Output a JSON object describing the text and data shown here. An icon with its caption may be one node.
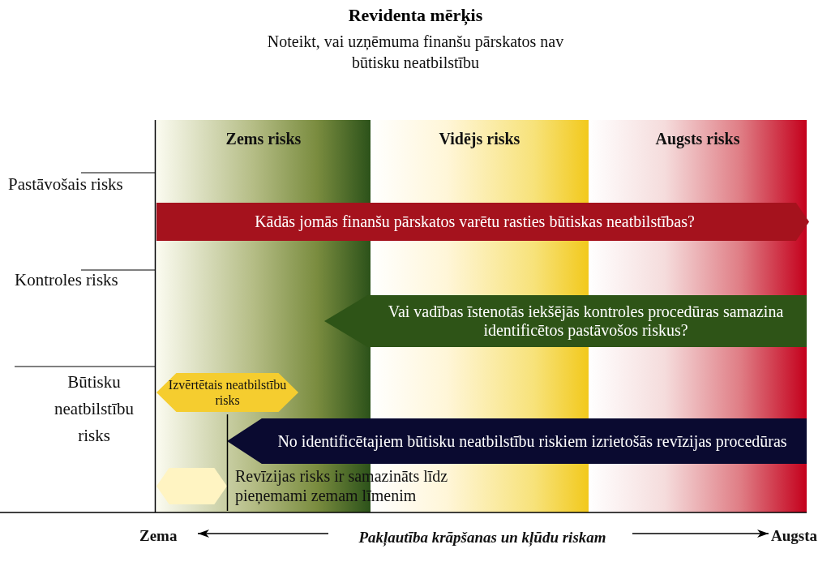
{
  "diagram": {
    "title": "Revidenta mērķis",
    "nodes": [
      {
        "text": [
          "Zems risks"
        ]
      },
      {
        "text": [
          "Vidējs risks"
        ]
      },
      {
        "text": [
          "Augsts risks"
        ]
      },
      {
        "text": [
          "Kādās jomās finanšu pārskatos varētu rasties būtiskas neatbilstības?"
        ]
      },
      {
        "text": [
          "Vai vadības īstenotās iekšējās kontroles procedūras samazina identificētos pastāvošos riskus?"
        ]
      },
      {
        "text": [
          "Izvērtētais neatbilstību risks"
        ],
        "in": 0
      },
      {
        "text": [
          "No identificētajiem būtisku neatbilstību riskiem izrietošās revīzijas procedūras"
        ]
      },
      {
        "text": [],
        "shape": "hexagon",
        "in": 0,
        "beside": [
          "Revīzijas risks ir samazināts līdz pieņemami zemam līmenim"
        ]
      }
    ],
    "edges": [],
    "labels": [
      "Noteikt, vai uzņēmuma finanšu pārskatos nav būtisku neatbilstību",
      "Pastāvošais risks",
      "Kontroles risks",
      "Būtisku neatbilstību risks",
      "Zema",
      "Pakļautība krāpšanas un kļūdu riskam",
      "Augsta"
    ]
  }
}
